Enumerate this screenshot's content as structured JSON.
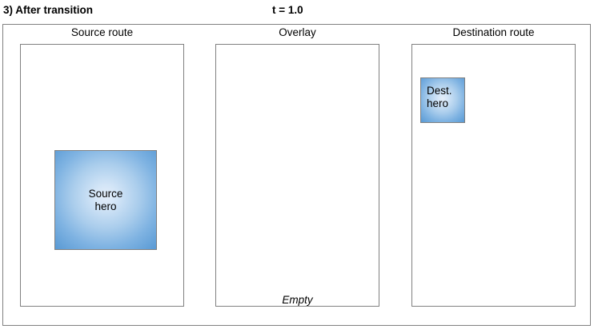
{
  "figure": {
    "step_title": "3) After transition",
    "time_label": "t = 1.0",
    "frame_color": "#808080"
  },
  "panels": [
    {
      "id": "source",
      "title": "Source route",
      "hero": {
        "line1": "Source",
        "line2": "hero",
        "fill_center": "#e4eefa",
        "fill_edge": "#5b9bd5",
        "border_color": "#808080"
      }
    },
    {
      "id": "overlay",
      "title": "Overlay",
      "empty_label": "Empty"
    },
    {
      "id": "destination",
      "title": "Destination route",
      "hero": {
        "line1": "Dest.",
        "line2": "hero",
        "fill_center": "#e4eefa",
        "fill_edge": "#5b9bd5",
        "border_color": "#808080"
      }
    }
  ]
}
